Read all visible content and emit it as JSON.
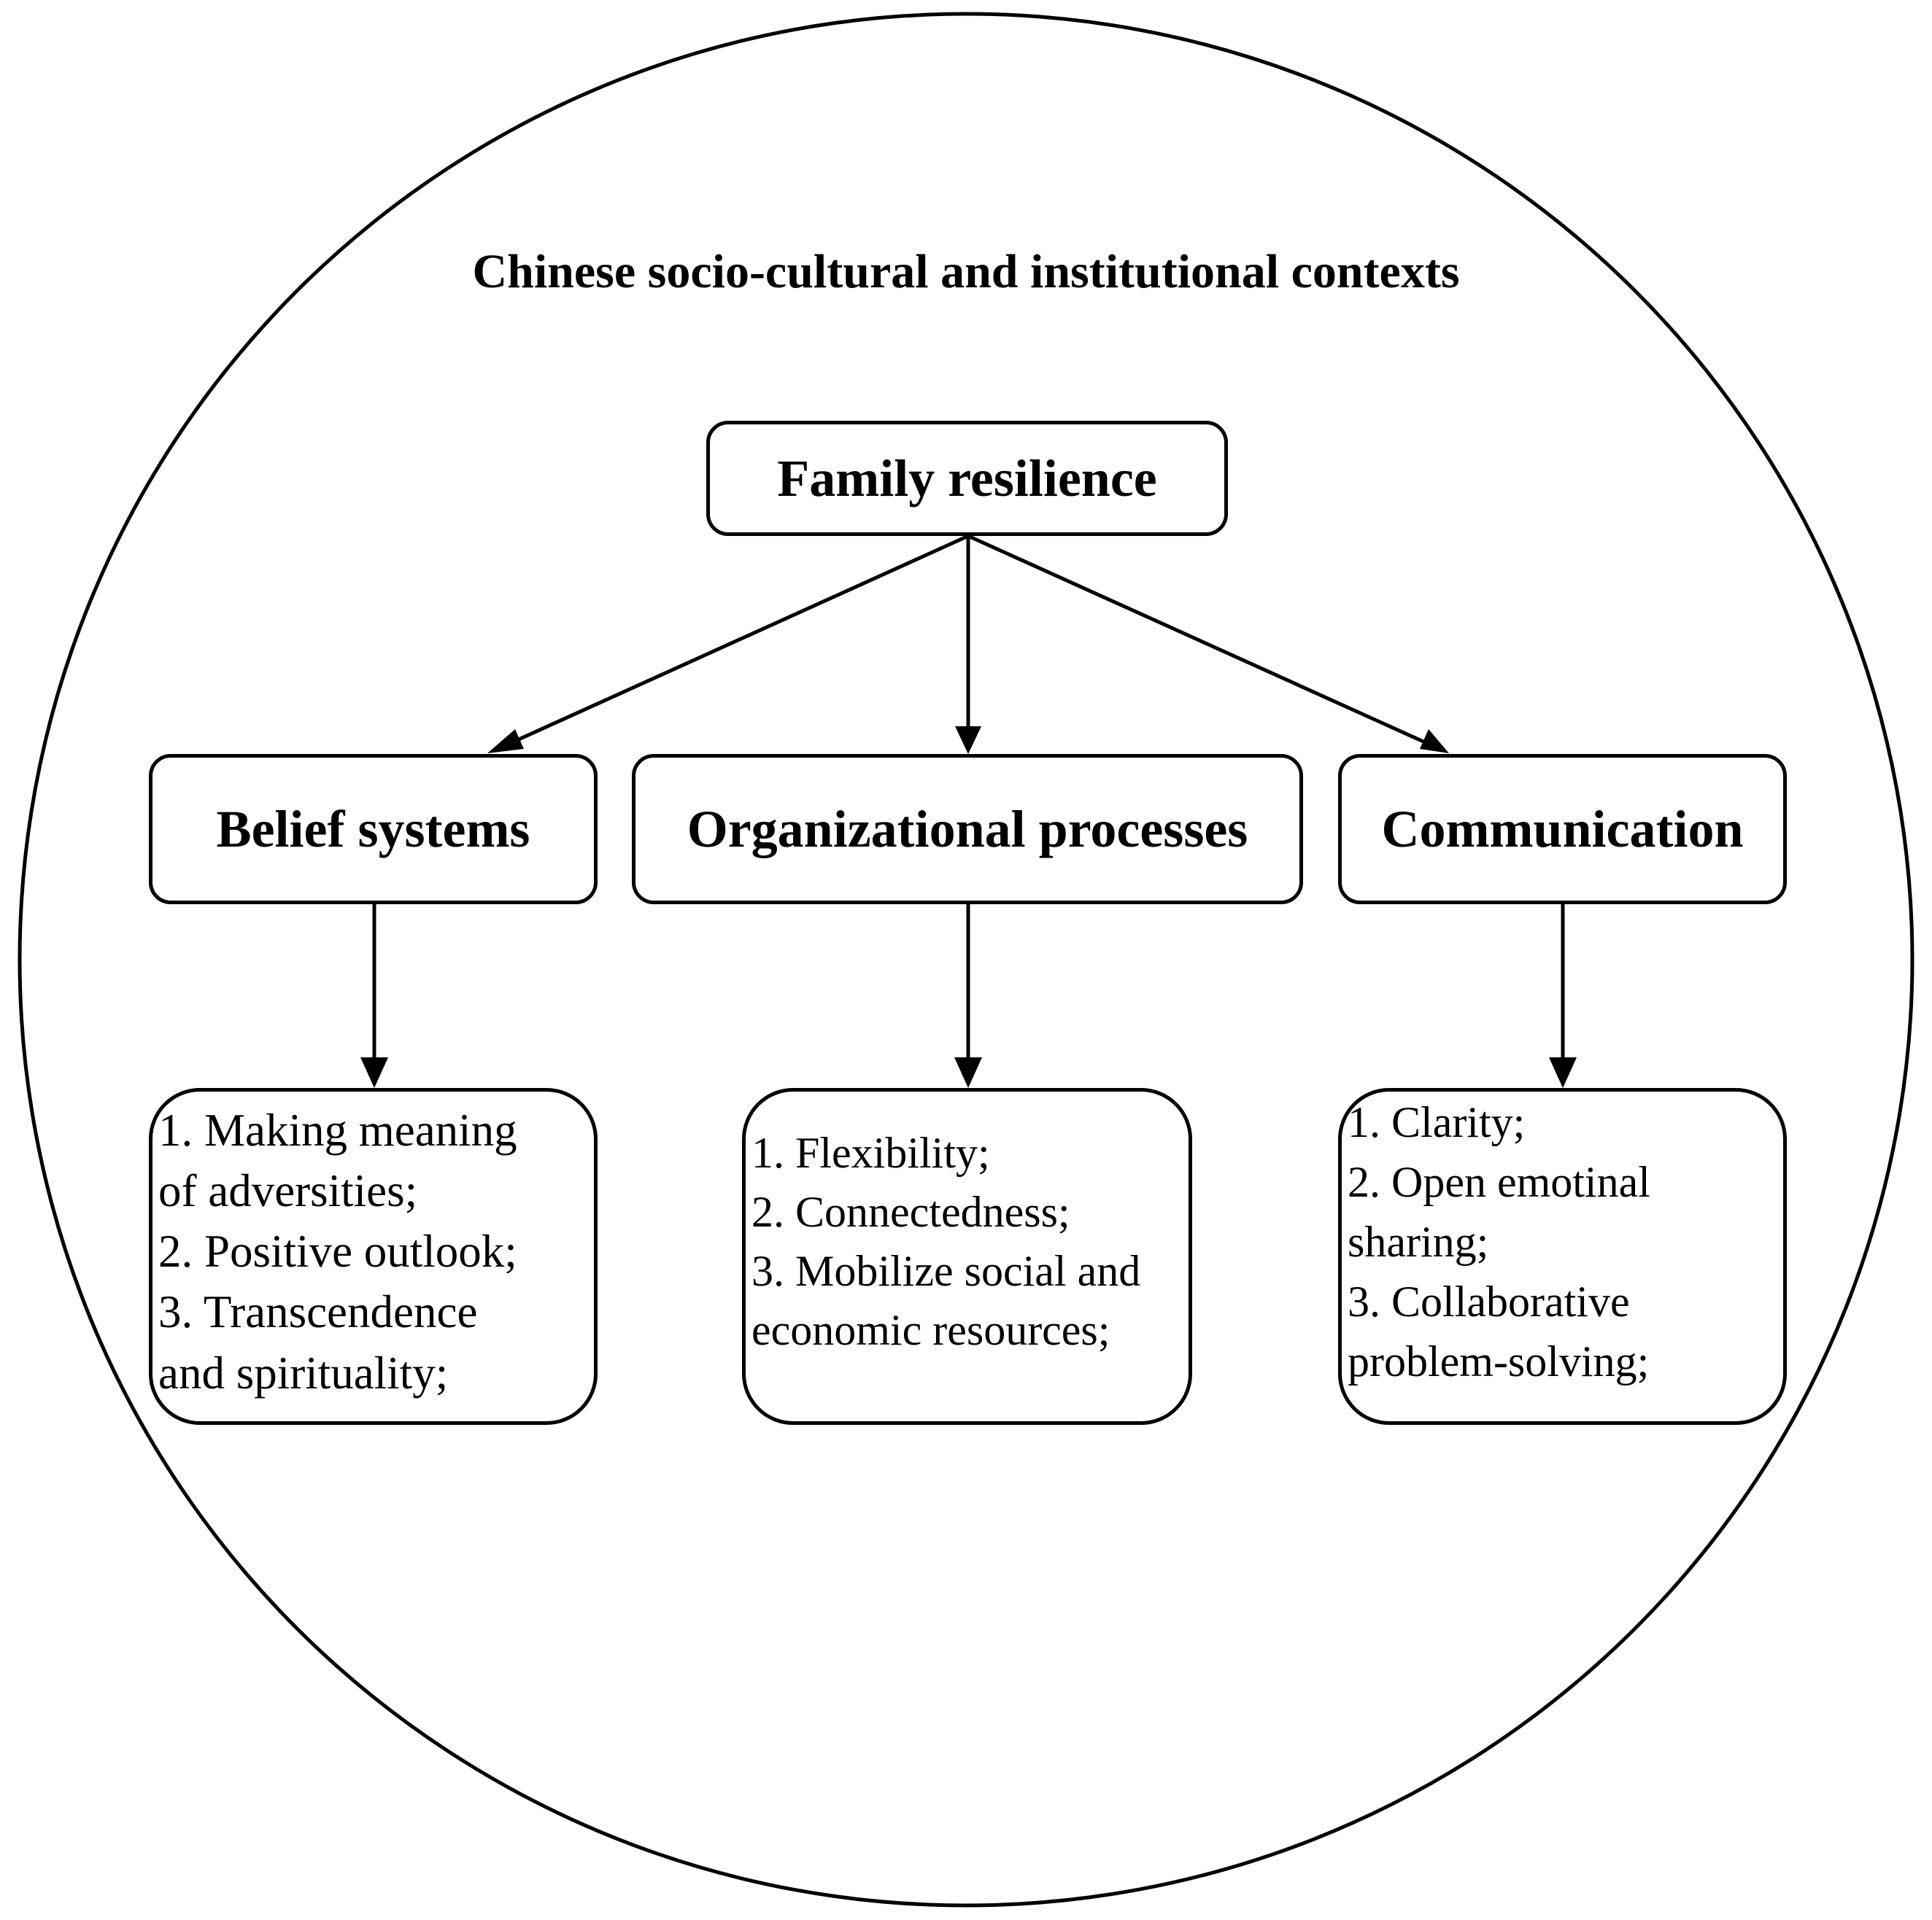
{
  "context": {
    "title": "Chinese socio-cultural and institutional contexts"
  },
  "root": {
    "label": "Family resilience"
  },
  "categories": [
    {
      "label": "Belief systems",
      "items": [
        "1. Making meaning",
        "of adversities;",
        "2. Positive outlook;",
        "3. Transcendence",
        "and spirituality;"
      ]
    },
    {
      "label": "Organizational processes",
      "items": [
        "1. Flexibility;",
        "2. Connectedness;",
        "3. Mobilize social and",
        "economic resources;"
      ]
    },
    {
      "label": "Communication",
      "items": [
        "1. Clarity;",
        "2. Open emotinal",
        "sharing;",
        "3. Collaborative",
        "problem-solving;"
      ]
    }
  ],
  "colors": {
    "stroke": "#000000",
    "background": "#ffffff"
  }
}
